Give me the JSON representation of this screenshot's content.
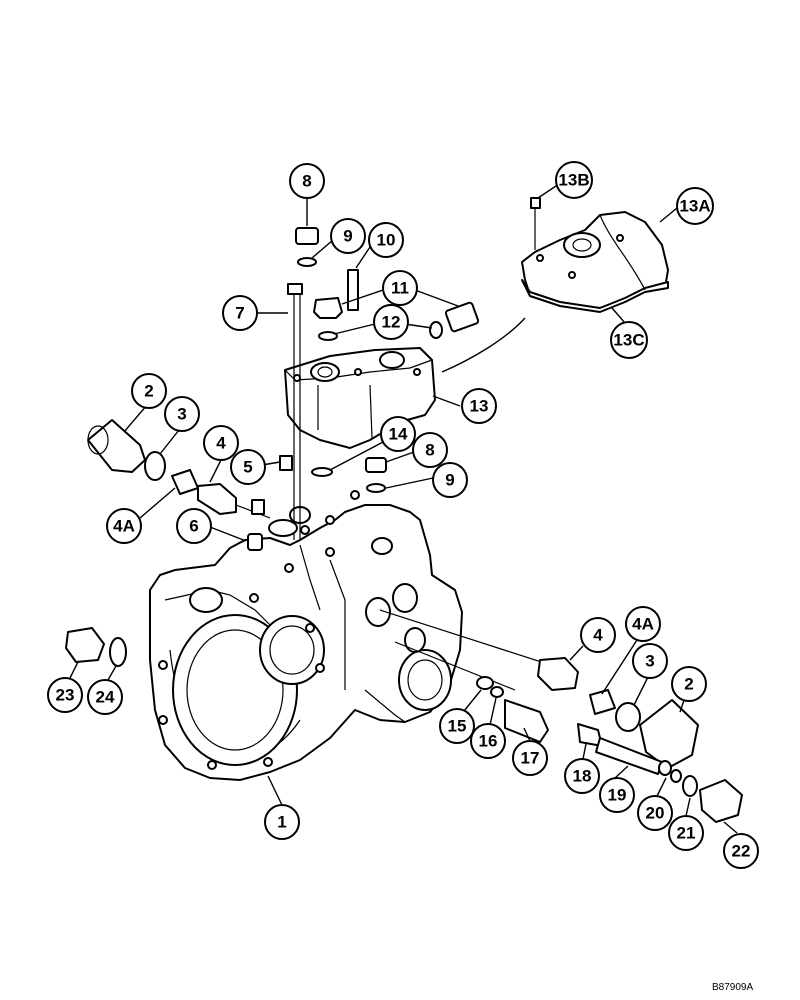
{
  "drawing_code": "B87909A",
  "callouts": [
    {
      "id": "c1",
      "label": "1"
    },
    {
      "id": "c2a",
      "label": "2"
    },
    {
      "id": "c2b",
      "label": "2"
    },
    {
      "id": "c3a",
      "label": "3"
    },
    {
      "id": "c3b",
      "label": "3"
    },
    {
      "id": "c4a",
      "label": "4"
    },
    {
      "id": "c4b",
      "label": "4"
    },
    {
      "id": "c4Aa",
      "label": "4A"
    },
    {
      "id": "c4Ab",
      "label": "4A"
    },
    {
      "id": "c5",
      "label": "5"
    },
    {
      "id": "c6",
      "label": "6"
    },
    {
      "id": "c7",
      "label": "7"
    },
    {
      "id": "c8a",
      "label": "8"
    },
    {
      "id": "c8b",
      "label": "8"
    },
    {
      "id": "c9a",
      "label": "9"
    },
    {
      "id": "c9b",
      "label": "9"
    },
    {
      "id": "c10",
      "label": "10"
    },
    {
      "id": "c11",
      "label": "11"
    },
    {
      "id": "c12",
      "label": "12"
    },
    {
      "id": "c13",
      "label": "13"
    },
    {
      "id": "c13A",
      "label": "13A"
    },
    {
      "id": "c13B",
      "label": "13B"
    },
    {
      "id": "c13C",
      "label": "13C"
    },
    {
      "id": "c14",
      "label": "14"
    },
    {
      "id": "c15",
      "label": "15"
    },
    {
      "id": "c16",
      "label": "16"
    },
    {
      "id": "c17",
      "label": "17"
    },
    {
      "id": "c18",
      "label": "18"
    },
    {
      "id": "c19",
      "label": "19"
    },
    {
      "id": "c20",
      "label": "20"
    },
    {
      "id": "c21",
      "label": "21"
    },
    {
      "id": "c22",
      "label": "22"
    },
    {
      "id": "c23",
      "label": "23"
    },
    {
      "id": "c24",
      "label": "24"
    }
  ]
}
